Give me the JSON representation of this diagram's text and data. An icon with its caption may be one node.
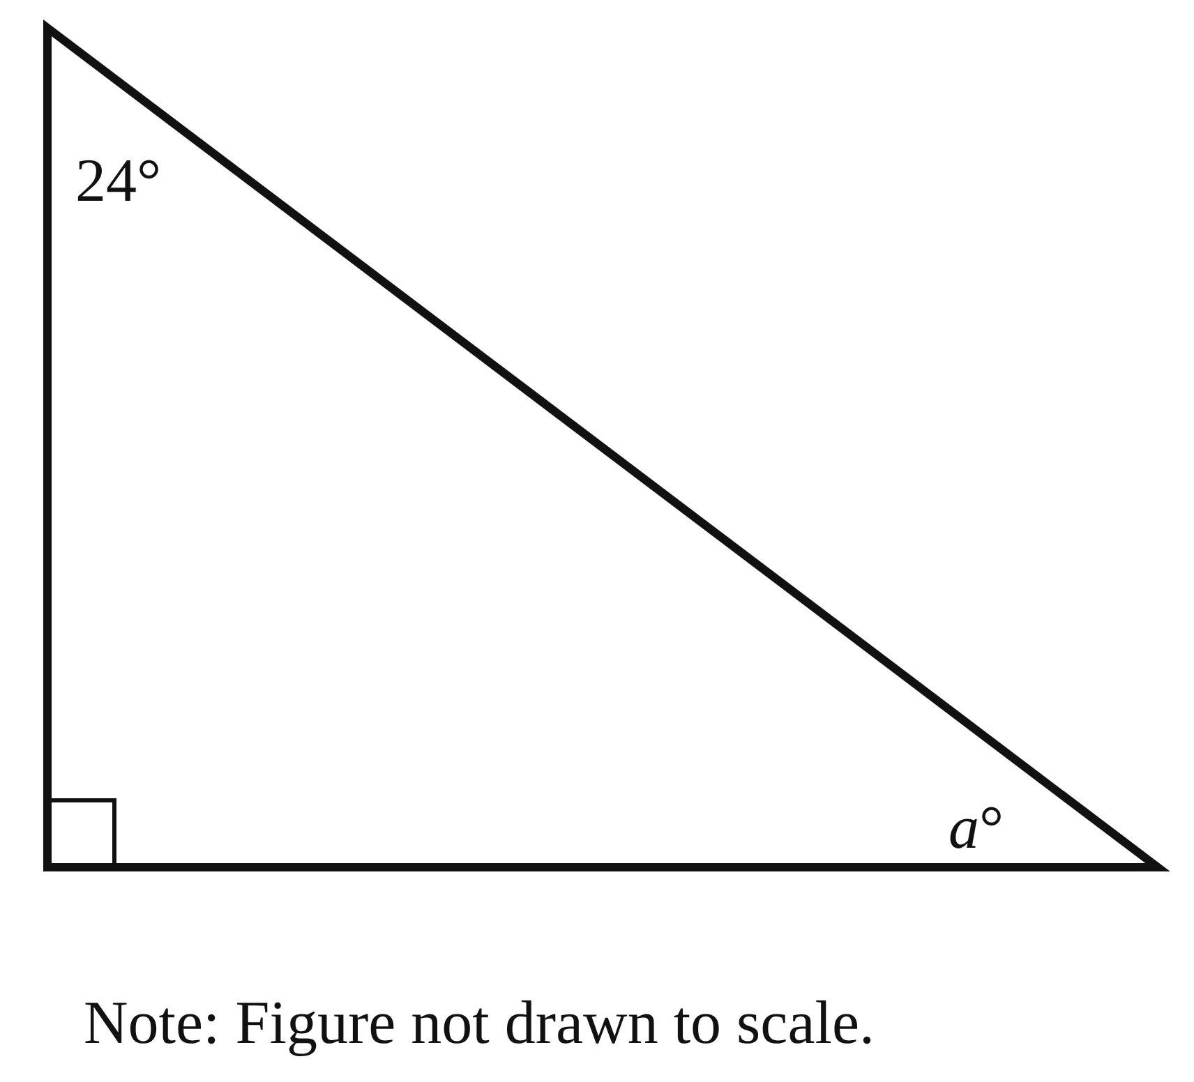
{
  "diagram": {
    "caption": "Note: Figure not drawn to scale.",
    "labels": [
      "24°",
      "*a*°"
    ]
  }
}
